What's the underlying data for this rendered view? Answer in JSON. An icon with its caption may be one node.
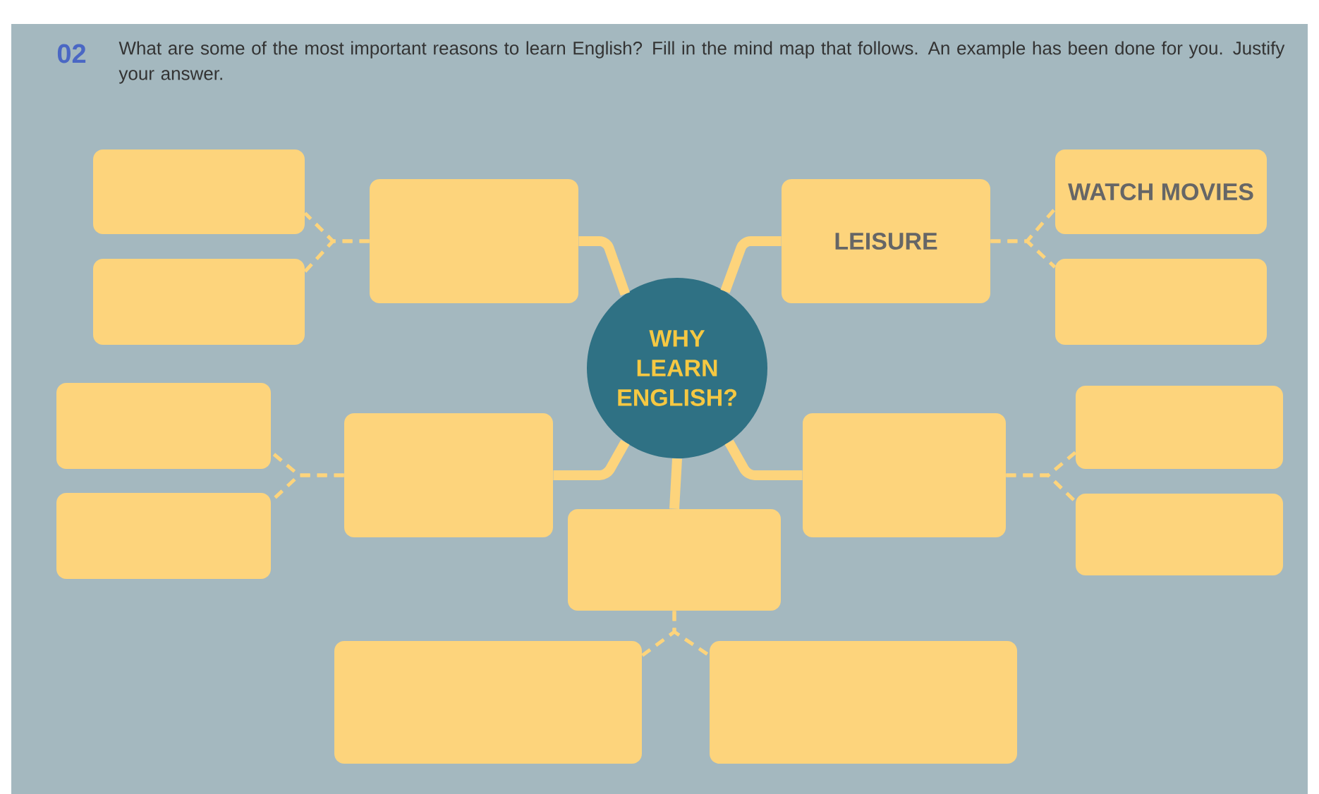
{
  "diagram": {
    "nodes": [
      {
        "text": [
          "WHY LEARN ENGLISH?"
        ]
      },
      {
        "text": [],
        "shape": "box"
      },
      {
        "text": [
          "LEISURE"
        ]
      },
      {
        "text": [],
        "shape": "box"
      },
      {
        "text": [],
        "shape": "box"
      },
      {
        "text": [],
        "shape": "box"
      },
      {
        "text": [],
        "shape": "box"
      },
      {
        "text": [],
        "shape": "box"
      },
      {
        "text": [
          "WATCH MOVIES"
        ]
      },
      {
        "text": [],
        "shape": "box"
      },
      {
        "text": [],
        "shape": "box"
      },
      {
        "text": [],
        "shape": "box"
      },
      {
        "text": [],
        "shape": "box"
      },
      {
        "text": [],
        "shape": "box"
      },
      {
        "text": [],
        "shape": "box"
      },
      {
        "text": [],
        "shape": "box"
      }
    ],
    "edges": [
      {
        "from": 0,
        "to": 1,
        "arrow": "none",
        "style": "thick"
      },
      {
        "from": 0,
        "to": 2,
        "arrow": "none",
        "style": "thick"
      },
      {
        "from": 0,
        "to": 3,
        "arrow": "none",
        "style": "thick"
      },
      {
        "from": 0,
        "to": 4,
        "arrow": "none",
        "style": "thick"
      },
      {
        "from": 0,
        "to": 5,
        "arrow": "none",
        "style": "thick"
      },
      {
        "from": 1,
        "to": 6,
        "arrow": "none",
        "style": "dashed"
      },
      {
        "from": 1,
        "to": 7,
        "arrow": "none",
        "style": "dashed"
      },
      {
        "from": 2,
        "to": 8,
        "arrow": "none",
        "style": "dashed"
      },
      {
        "from": 2,
        "to": 9,
        "arrow": "none",
        "style": "dashed"
      },
      {
        "from": 3,
        "to": 10,
        "arrow": "none",
        "style": "dashed"
      },
      {
        "from": 3,
        "to": 11,
        "arrow": "none",
        "style": "dashed"
      },
      {
        "from": 4,
        "to": 12,
        "arrow": "none",
        "style": "dashed"
      },
      {
        "from": 4,
        "to": 13,
        "arrow": "none",
        "style": "dashed"
      },
      {
        "from": 5,
        "to": 14,
        "arrow": "none",
        "style": "dashed"
      },
      {
        "from": 5,
        "to": 15,
        "arrow": "none",
        "style": "dashed"
      }
    ],
    "labels": [
      "02",
      "What are some of the most important reasons to learn English? Fill in the mind map that follows. An example has been done for you. Justify your answer."
    ]
  }
}
